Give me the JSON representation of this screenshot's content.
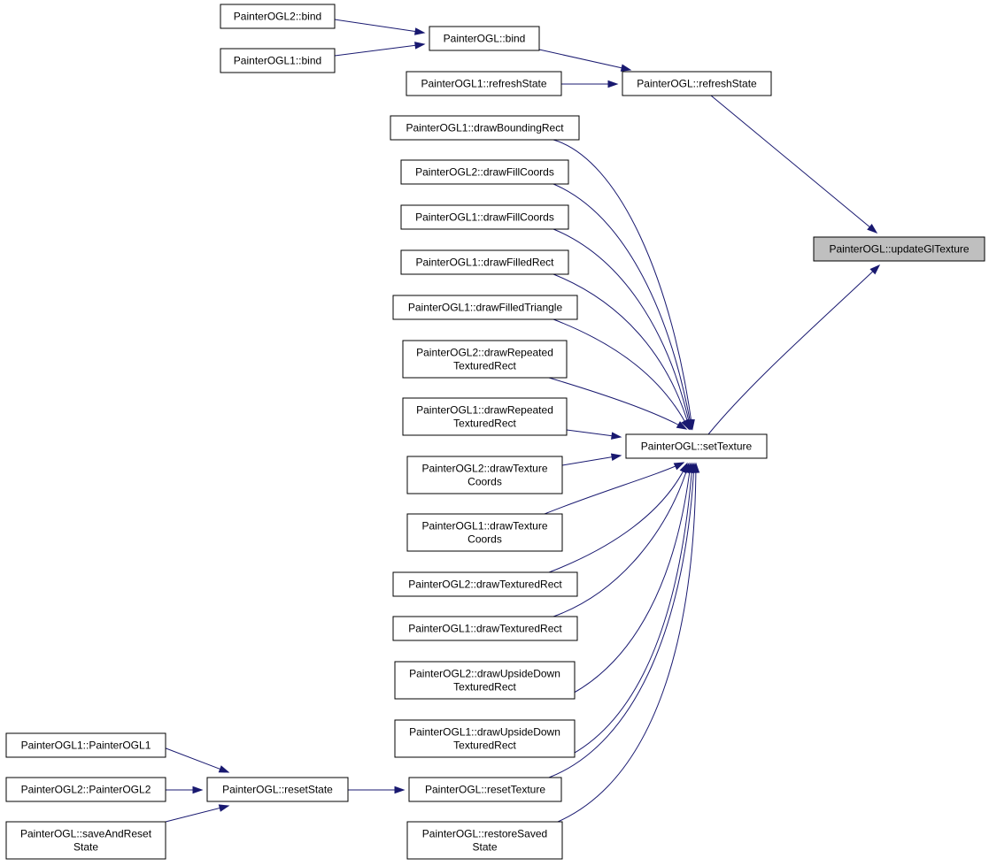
{
  "colors": {
    "edge": "#191970",
    "node_fill": "#ffffff",
    "current_fill": "#bfbfbf",
    "border": "#000000"
  },
  "nodes": [
    {
      "id": "updateGlTexture",
      "lines": [
        "PainterOGL::updateGlTexture"
      ],
      "current": true
    },
    {
      "id": "refreshState",
      "lines": [
        "PainterOGL::refreshState"
      ]
    },
    {
      "id": "bind",
      "lines": [
        "PainterOGL::bind"
      ]
    },
    {
      "id": "ogl2_bind",
      "lines": [
        "PainterOGL2::bind"
      ]
    },
    {
      "id": "ogl1_bind",
      "lines": [
        "PainterOGL1::bind"
      ]
    },
    {
      "id": "ogl1_refreshState",
      "lines": [
        "PainterOGL1::refreshState"
      ]
    },
    {
      "id": "setTexture",
      "lines": [
        "PainterOGL::setTexture"
      ]
    },
    {
      "id": "ogl1_drawBoundingRect",
      "lines": [
        "PainterOGL1::drawBoundingRect"
      ]
    },
    {
      "id": "ogl2_drawFillCoords",
      "lines": [
        "PainterOGL2::drawFillCoords"
      ]
    },
    {
      "id": "ogl1_drawFillCoords",
      "lines": [
        "PainterOGL1::drawFillCoords"
      ]
    },
    {
      "id": "ogl1_drawFilledRect",
      "lines": [
        "PainterOGL1::drawFilledRect"
      ]
    },
    {
      "id": "ogl1_drawFilledTriangle",
      "lines": [
        "PainterOGL1::drawFilledTriangle"
      ]
    },
    {
      "id": "ogl2_drawRepeatedTexturedRect",
      "lines": [
        "PainterOGL2::drawRepeated",
        "TexturedRect"
      ]
    },
    {
      "id": "ogl1_drawRepeatedTexturedRect",
      "lines": [
        "PainterOGL1::drawRepeated",
        "TexturedRect"
      ]
    },
    {
      "id": "ogl2_drawTextureCoords",
      "lines": [
        "PainterOGL2::drawTexture",
        "Coords"
      ]
    },
    {
      "id": "ogl1_drawTextureCoords",
      "lines": [
        "PainterOGL1::drawTexture",
        "Coords"
      ]
    },
    {
      "id": "ogl2_drawTexturedRect",
      "lines": [
        "PainterOGL2::drawTexturedRect"
      ]
    },
    {
      "id": "ogl1_drawTexturedRect",
      "lines": [
        "PainterOGL1::drawTexturedRect"
      ]
    },
    {
      "id": "ogl2_drawUpsideDownTexturedRect",
      "lines": [
        "PainterOGL2::drawUpsideDown",
        "TexturedRect"
      ]
    },
    {
      "id": "ogl1_drawUpsideDownTexturedRect",
      "lines": [
        "PainterOGL1::drawUpsideDown",
        "TexturedRect"
      ]
    },
    {
      "id": "resetTexture",
      "lines": [
        "PainterOGL::resetTexture"
      ]
    },
    {
      "id": "restoreSavedState",
      "lines": [
        "PainterOGL::restoreSaved",
        "State"
      ]
    },
    {
      "id": "resetState",
      "lines": [
        "PainterOGL::resetState"
      ]
    },
    {
      "id": "ogl1_ctor",
      "lines": [
        "PainterOGL1::PainterOGL1"
      ]
    },
    {
      "id": "ogl2_ctor",
      "lines": [
        "PainterOGL2::PainterOGL2"
      ]
    },
    {
      "id": "saveAndResetState",
      "lines": [
        "PainterOGL::saveAndReset",
        "State"
      ]
    }
  ],
  "edges": [
    {
      "from": "refreshState",
      "to": "updateGlTexture"
    },
    {
      "from": "setTexture",
      "to": "updateGlTexture"
    },
    {
      "from": "bind",
      "to": "refreshState"
    },
    {
      "from": "ogl1_refreshState",
      "to": "refreshState"
    },
    {
      "from": "ogl2_bind",
      "to": "bind"
    },
    {
      "from": "ogl1_bind",
      "to": "bind"
    },
    {
      "from": "ogl1_drawBoundingRect",
      "to": "setTexture"
    },
    {
      "from": "ogl2_drawFillCoords",
      "to": "setTexture"
    },
    {
      "from": "ogl1_drawFillCoords",
      "to": "setTexture"
    },
    {
      "from": "ogl1_drawFilledRect",
      "to": "setTexture"
    },
    {
      "from": "ogl1_drawFilledTriangle",
      "to": "setTexture"
    },
    {
      "from": "ogl2_drawRepeatedTexturedRect",
      "to": "setTexture"
    },
    {
      "from": "ogl1_drawRepeatedTexturedRect",
      "to": "setTexture"
    },
    {
      "from": "ogl2_drawTextureCoords",
      "to": "setTexture"
    },
    {
      "from": "ogl1_drawTextureCoords",
      "to": "setTexture"
    },
    {
      "from": "ogl2_drawTexturedRect",
      "to": "setTexture"
    },
    {
      "from": "ogl1_drawTexturedRect",
      "to": "setTexture"
    },
    {
      "from": "ogl2_drawUpsideDownTexturedRect",
      "to": "setTexture"
    },
    {
      "from": "ogl1_drawUpsideDownTexturedRect",
      "to": "setTexture"
    },
    {
      "from": "resetTexture",
      "to": "setTexture"
    },
    {
      "from": "restoreSavedState",
      "to": "setTexture"
    },
    {
      "from": "resetState",
      "to": "resetTexture"
    },
    {
      "from": "ogl1_ctor",
      "to": "resetState"
    },
    {
      "from": "ogl2_ctor",
      "to": "resetState"
    },
    {
      "from": "saveAndResetState",
      "to": "resetState"
    }
  ]
}
